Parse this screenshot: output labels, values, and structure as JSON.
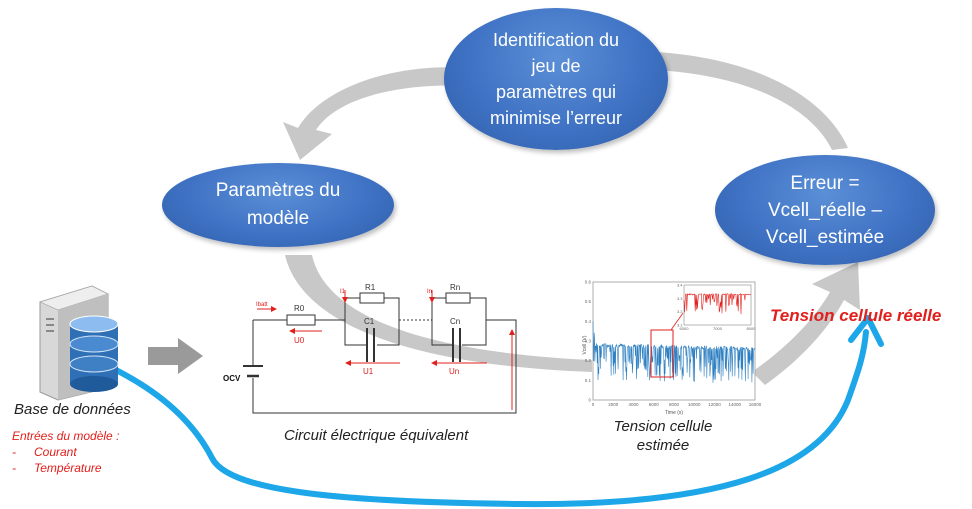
{
  "bubbles": {
    "identification": "Identification du\njeu de\nparamètres qui\nminimise l’erreur",
    "parametres": "Paramètres du\nmodèle",
    "erreur": "Erreur =\nVcell_réelle –\nVcell_estimée"
  },
  "database": {
    "caption": "Base de données",
    "inputs_title": "Entrées du modèle :",
    "inputs": [
      "Courant",
      "Température"
    ],
    "bullet": "-"
  },
  "circuit": {
    "caption": "Circuit électrique équivalent",
    "labels": {
      "ibatt": "Ibatt",
      "r0": "R0",
      "u0": "U0",
      "i1": "I1",
      "r1": "R1",
      "c1": "C1",
      "u1": "U1",
      "in": "In",
      "rn": "Rn",
      "cn": "Cn",
      "un": "Un",
      "ocv": "OCV"
    }
  },
  "estimated": {
    "caption": "Tension cellule\nestimée"
  },
  "real": {
    "label": "Tension cellule réelle"
  },
  "chart_data": {
    "type": "line",
    "xlabel": "Time (s)",
    "ylabel": "Vcell (V)",
    "xlim": [
      0,
      16000
    ],
    "ylim": [
      0,
      0.6
    ],
    "x_ticks": [
      "0",
      "2000",
      "4000",
      "6000",
      "8000",
      "10000",
      "12000",
      "14000",
      "16000"
    ],
    "y_ticks": [
      "0",
      "0.1",
      "0.2",
      "0.3",
      "0.4",
      "0.5",
      "0.6"
    ],
    "inset": {
      "xlim": [
        6000,
        8000
      ],
      "ylim": [
        3.1,
        3.4
      ],
      "x_ticks": [
        "6000",
        "7000",
        "8000"
      ],
      "y_ticks": [
        "3.1",
        "3.2",
        "3.3",
        "3.4"
      ]
    }
  },
  "colors": {
    "bubble": "#3f72c4",
    "curve": "#2d7fc1",
    "highlight": "#e0201c",
    "feedback_arrow": "#1ea7e8",
    "loop_arrow": "#c8c8c8"
  }
}
